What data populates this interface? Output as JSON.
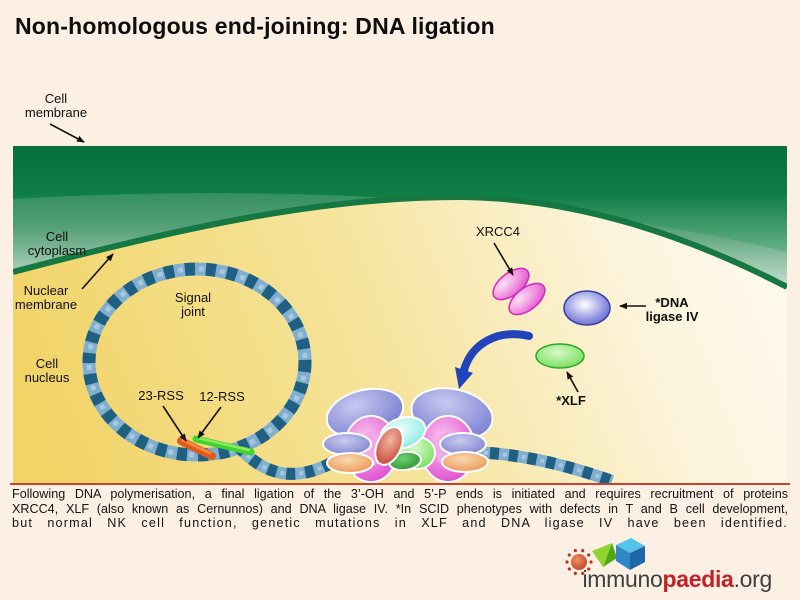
{
  "title": "Non-homologous end-joining: DNA ligation",
  "diagram": {
    "labels": {
      "cell_membrane": "Cell membrane",
      "cell_cytoplasm": "Cell cytoplasm",
      "nuclear_membrane": "Nuclear membrane",
      "cell_nucleus": "Cell nucleus",
      "signal_joint": "Signal joint",
      "rss_23": "23-RSS",
      "rss_12": "12-RSS",
      "xrcc4": "XRCC4",
      "dna_ligase_iv": "*DNA ligase IV",
      "xlf": "*XLF"
    },
    "colors": {
      "membrane_green_dark": "#05703A",
      "cytoplasm_green_light": "#D6E8DB",
      "nuclear_membrane_green": "#157741",
      "nucleus_yellow": "#F1D366",
      "nucleus_pale": "#FDF9EE",
      "dna_light_blue": "#7FAECE",
      "dna_dark_blue": "#1E5F82",
      "rss23_orange": "#E05A1A",
      "rss12_green": "#3FD42A",
      "xrcc4_pink": "#E048C8",
      "ligase_blue": "#5A5FC8",
      "xlf_green": "#4FC848",
      "recruitment_arrow_blue": "#2244BB",
      "separator_red": "#BE4633",
      "background_cream": "#FBF0E3"
    }
  },
  "caption": {
    "line1": "Following DNA polymerisation, a final ligation of the 3’-OH and 5’-P ends is initiated and requires recruitment of proteins",
    "line2": "XRCC4, XLF (also known as Cernunnos) and DNA ligase IV. *In SCID phenotypes with defects in T and B cell development,",
    "line3": "but normal NK cell function, genetic mutations in XLF and DNA ligase IV have been identified."
  },
  "logo": {
    "immuno": "immuno",
    "paedia": "paedia",
    "org": ".org"
  }
}
